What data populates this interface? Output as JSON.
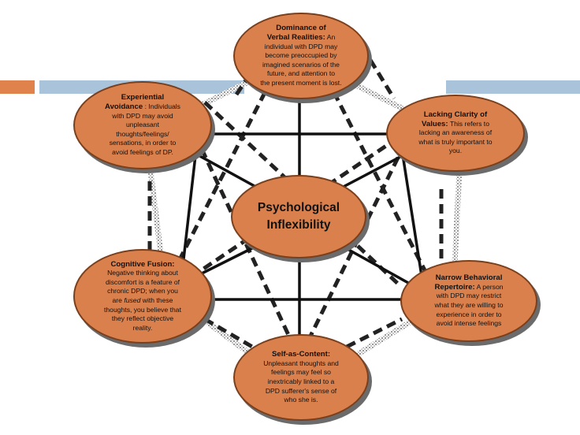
{
  "colors": {
    "node_fill": "#d9804d",
    "node_border": "#7a3f1c",
    "shadow": "#6b6b6b",
    "accent_orange": "#e0824c",
    "accent_blue": "#a9c3db",
    "line": "#111111"
  },
  "center": {
    "line1": "Psychological",
    "line2": "Inflexibility"
  },
  "nodes": {
    "top": {
      "title1": "Dominance of",
      "title2": "Verbal Realities:",
      "body1": "An",
      "l1": "individual with DPD may",
      "l2": "become preoccupied by",
      "l3": "imagined scenarios of the",
      "l4": "future, and attention to",
      "l5": "the present moment is lost."
    },
    "top_left": {
      "title1": "Experiential",
      "title2": "Avoidance",
      "body1": ": Individuals",
      "l1": "with DPD may avoid",
      "l2": "unpleasant",
      "l3": "thoughts/feelings/",
      "l4": "sensations, in order to",
      "l5": "avoid feelings of DP."
    },
    "top_right": {
      "title1": "Lacking Clarity of",
      "title2": "Values:",
      "body1": "This refers to",
      "l1": "lacking an awareness of",
      "l2": "what is truly important to",
      "l3": "you."
    },
    "bottom_left": {
      "title1": "Cognitive Fusion:",
      "l1": "Negative thinking about",
      "l2": "discomfort is a feature of",
      "l3": "chronic DPD; when you",
      "l4a": "are",
      "l4b": "fused",
      "l4c": "with these",
      "l5": "thoughts, you believe that",
      "l6": "they reflect objective",
      "l7": "reality."
    },
    "bottom_right": {
      "title1": "Narrow Behavioral",
      "title2": "Repertoire:",
      "body1": "A person",
      "l1": "with DPD may restrict",
      "l2": "what they are willing to",
      "l3": "experience in order to",
      "l4": "avoid intense feelings"
    },
    "bottom": {
      "title1": "Self-as-Content:",
      "l1": "Unpleasant thoughts and",
      "l2": "feelings may feel so",
      "l3": "inextricably linked to a",
      "l4": "DPD sufferer's sense of",
      "l5": "who she is."
    }
  }
}
